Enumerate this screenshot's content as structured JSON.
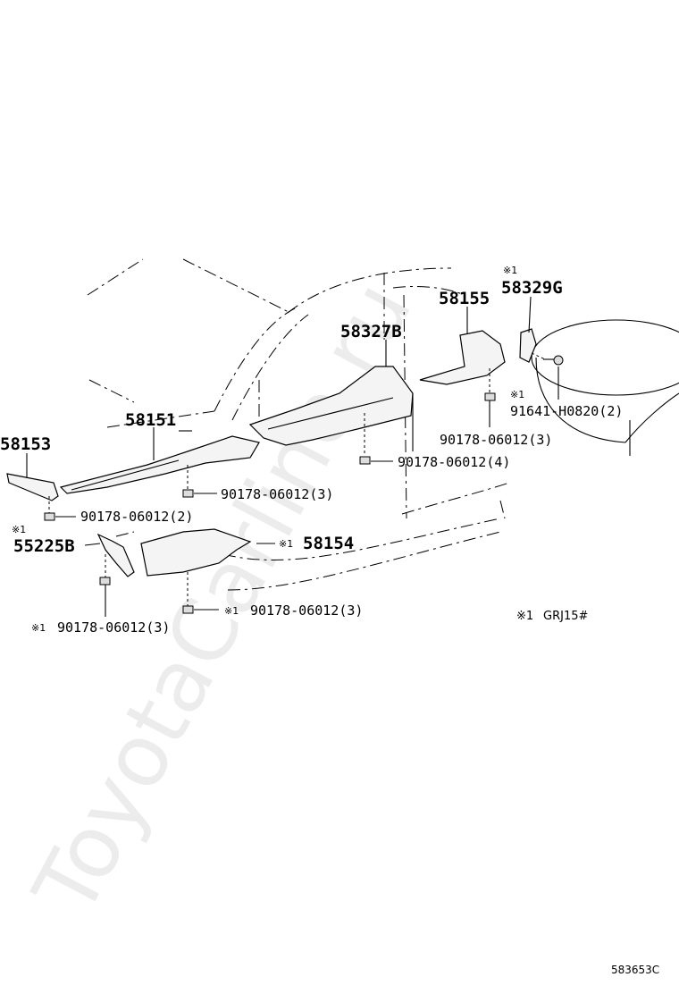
{
  "watermark": "ToyotaCarline.ru",
  "diagram_code": "583653C",
  "legend": {
    "mark": "※1",
    "text": "GRJ15#"
  },
  "labels": {
    "p58329g_mark": "※1",
    "p58329g": "58329G",
    "p58155": "58155",
    "p58327b": "58327B",
    "p58151": "58151",
    "p58153": "58153",
    "p55225b_mark": "※1",
    "p55225b": "55225B",
    "p58154_mark": "※1",
    "p58154": "58154",
    "bolt_mark": "※1",
    "bolt": "91641-H0820(2)",
    "nut_58155": "90178-06012(3)",
    "nut_58327b": "90178-06012(4)",
    "nut_58151": "90178-06012(3)",
    "nut_58153": "90178-06012(2)",
    "nut_58154_mark": "※1",
    "nut_58154": "90178-06012(3)",
    "nut_55225b_mark": "※1",
    "nut_55225b": "90178-06012(3)"
  }
}
